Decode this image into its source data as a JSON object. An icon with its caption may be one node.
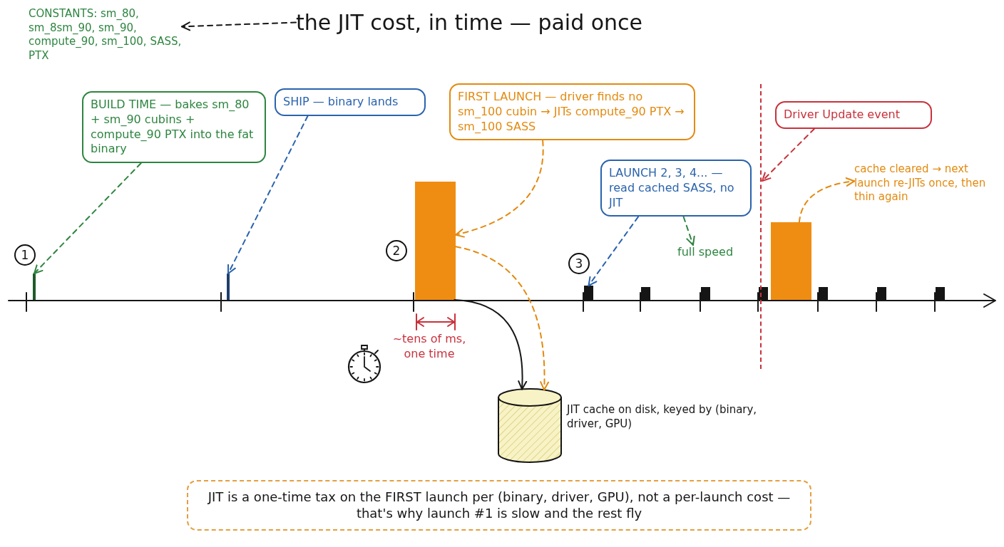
{
  "diagram": {
    "nodes": [
      {
        "text": [
          "CONSTANTS: sm_80, sm_8sm_90, sm_90, compute_90, sm_100, SASS, PTX"
        ]
      },
      {
        "text": [
          "the JIT cost, in time — paid once"
        ]
      },
      {
        "text": [
          "BUILD TIME — bakes sm_80 + sm_90 cubins + compute_90 PTX into the fat binary"
        ]
      },
      {
        "text": [
          "SHIP — binary lands"
        ]
      },
      {
        "text": [
          "FIRST LAUNCH — driver finds no sm_100 cubin → JITs compute_90 PTX → sm_100 SASS"
        ]
      },
      {
        "text": [
          "Driver Update event"
        ]
      },
      {
        "text": [
          "LAUNCH 2, 3, 4... — read cached SASS, no JIT"
        ]
      },
      {
        "text": [
          "cache cleared → next launch re-JITs once, then thin again"
        ]
      },
      {
        "text": [
          "full speed"
        ]
      },
      {
        "text": [],
        "shape": "bar"
      },
      {
        "text": [],
        "shape": "bar"
      },
      {
        "text": [],
        "shape": "bar"
      },
      {
        "text": [],
        "shape": "bar"
      },
      {
        "text": [],
        "shape": "bar"
      },
      {
        "text": [],
        "shape": "line"
      },
      {
        "text": [],
        "shape": "cylinder",
        "beside": [
          "JIT cache on disk, keyed by (binary, driver, GPU)"
        ]
      },
      {
        "text": [
          "JIT is a one-time tax on the FIRST launch per (binary, driver, GPU), not a per-launch cost — that's why launch #1 is slow and the rest fly"
        ]
      }
    ],
    "edges": [
      {
        "from": 1,
        "to": 0,
        "arrow": "to",
        "style": "dashed",
        "color": "#161616"
      },
      {
        "from": 2,
        "to": 9,
        "arrow": "to",
        "style": "dashed",
        "color": "#2e8540"
      },
      {
        "from": 3,
        "to": 10,
        "arrow": "to",
        "style": "dashed",
        "color": "#2a63ad"
      },
      {
        "from": 4,
        "to": 11,
        "arrow": "to",
        "style": "dashed",
        "color": "#e38a10"
      },
      {
        "from": 5,
        "to": 14,
        "arrow": "to",
        "style": "dashed",
        "color": "#c8323c"
      },
      {
        "from": 6,
        "to": 12,
        "arrow": "to",
        "style": "dashed",
        "color": "#2a63ad"
      },
      {
        "from": 6,
        "to": 8,
        "arrow": "to",
        "style": "dashed",
        "color": "#2e8540"
      },
      {
        "from": 13,
        "to": 7,
        "arrow": "to",
        "style": "dashed",
        "color": "#e38a10"
      },
      {
        "from": 11,
        "to": 15,
        "arrow": "to",
        "style": "dashed",
        "color": "#e38a10"
      },
      {
        "from": 11,
        "to": 15,
        "arrow": "to",
        "color": "#161616"
      }
    ],
    "labels": [
      "1",
      "2",
      "3",
      "~tens of ms, one time"
    ]
  }
}
